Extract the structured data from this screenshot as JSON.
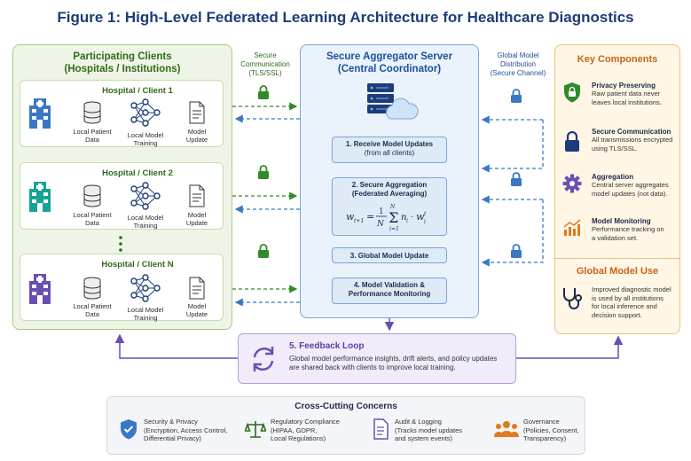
{
  "title": "Figure 1: High-Level Federated Learning Architecture for Healthcare Diagnostics",
  "clients_panel": {
    "heading_line1": "Participating Clients",
    "heading_line2": "(Hospitals / Institutions)",
    "clients": [
      {
        "title": "Hospital / Client  1",
        "data": [
          "Local Patient",
          "Data"
        ],
        "training": [
          "Local Model",
          "Training"
        ],
        "update": [
          "Model",
          "Update"
        ]
      },
      {
        "title": "Hospital / Client  2",
        "data": [
          "Local Patient",
          "Data"
        ],
        "training": [
          "Local Model",
          "Training"
        ],
        "update": [
          "Model",
          "Update"
        ]
      },
      {
        "title": "Hospital / Client  N",
        "data": [
          "Local Patient",
          "Data"
        ],
        "training": [
          "Local Model",
          "Training"
        ],
        "update": [
          "Model",
          "Update"
        ]
      }
    ]
  },
  "secure_comm": {
    "line1": "Secure",
    "line2": "Communication",
    "line3": "(TLS/SSL)"
  },
  "global_dist": {
    "line1": "Global Model",
    "line2": "Distribution",
    "line3": "(Secure Channel)"
  },
  "aggregator": {
    "heading_line1": "Secure Aggregator Server",
    "heading_line2": "(Central Coordinator)",
    "steps": {
      "s1_a": "1. Receive Model Updates",
      "s1_b": "(from all clients)",
      "s2_a": "2. Secure Aggregation",
      "s2_b": "(Federated Averaging)",
      "s3": "3. Global Model Update",
      "s4_a": "4. Model Validation &",
      "s4_b": "Performance Monitoring"
    }
  },
  "components": {
    "heading": "Key Components",
    "items": [
      {
        "title": "Privacy Preserving",
        "desc": [
          "Raw patient data never",
          "leaves local institutions."
        ]
      },
      {
        "title": "Secure Communication",
        "desc": [
          "All transmissions encrypted",
          "using TLS/SSL."
        ]
      },
      {
        "title": "Aggregation",
        "desc": [
          "Central server aggregates",
          "model updates (not data)."
        ]
      },
      {
        "title": "Model Monitoring",
        "desc": [
          "Performance tracking on",
          "a validation set."
        ]
      }
    ],
    "global_use_heading": "Global Model Use",
    "global_use_desc": [
      "Improved diagnostic model",
      "is used by all institutions",
      "for local inference and",
      "decision support."
    ]
  },
  "feedback": {
    "title": "5. Feedback Loop",
    "line1": "Global model performance insights, drift alerts, and policy updates",
    "line2": "are shared back with clients to improve local training."
  },
  "cross_cutting": {
    "title": "Cross-Cutting Concerns",
    "items": [
      {
        "lines": [
          "Security & Privacy",
          "(Encryption, Access Control,",
          "Differential Privacy)"
        ]
      },
      {
        "lines": [
          "Regulatory Compliance",
          "(HIPAA, GDPR,",
          "Local Regulations)"
        ]
      },
      {
        "lines": [
          "Audit & Logging",
          "(Tracks model updates",
          "and system events)"
        ]
      },
      {
        "lines": [
          "Governance",
          "(Policies, Consent,",
          "Transparency)"
        ]
      }
    ]
  },
  "colors": {
    "green": "#2f8a2a",
    "blue": "#3b78c4",
    "purple": "#6a4fb3",
    "orange": "#e07b1f",
    "navy": "#1d3c78"
  }
}
